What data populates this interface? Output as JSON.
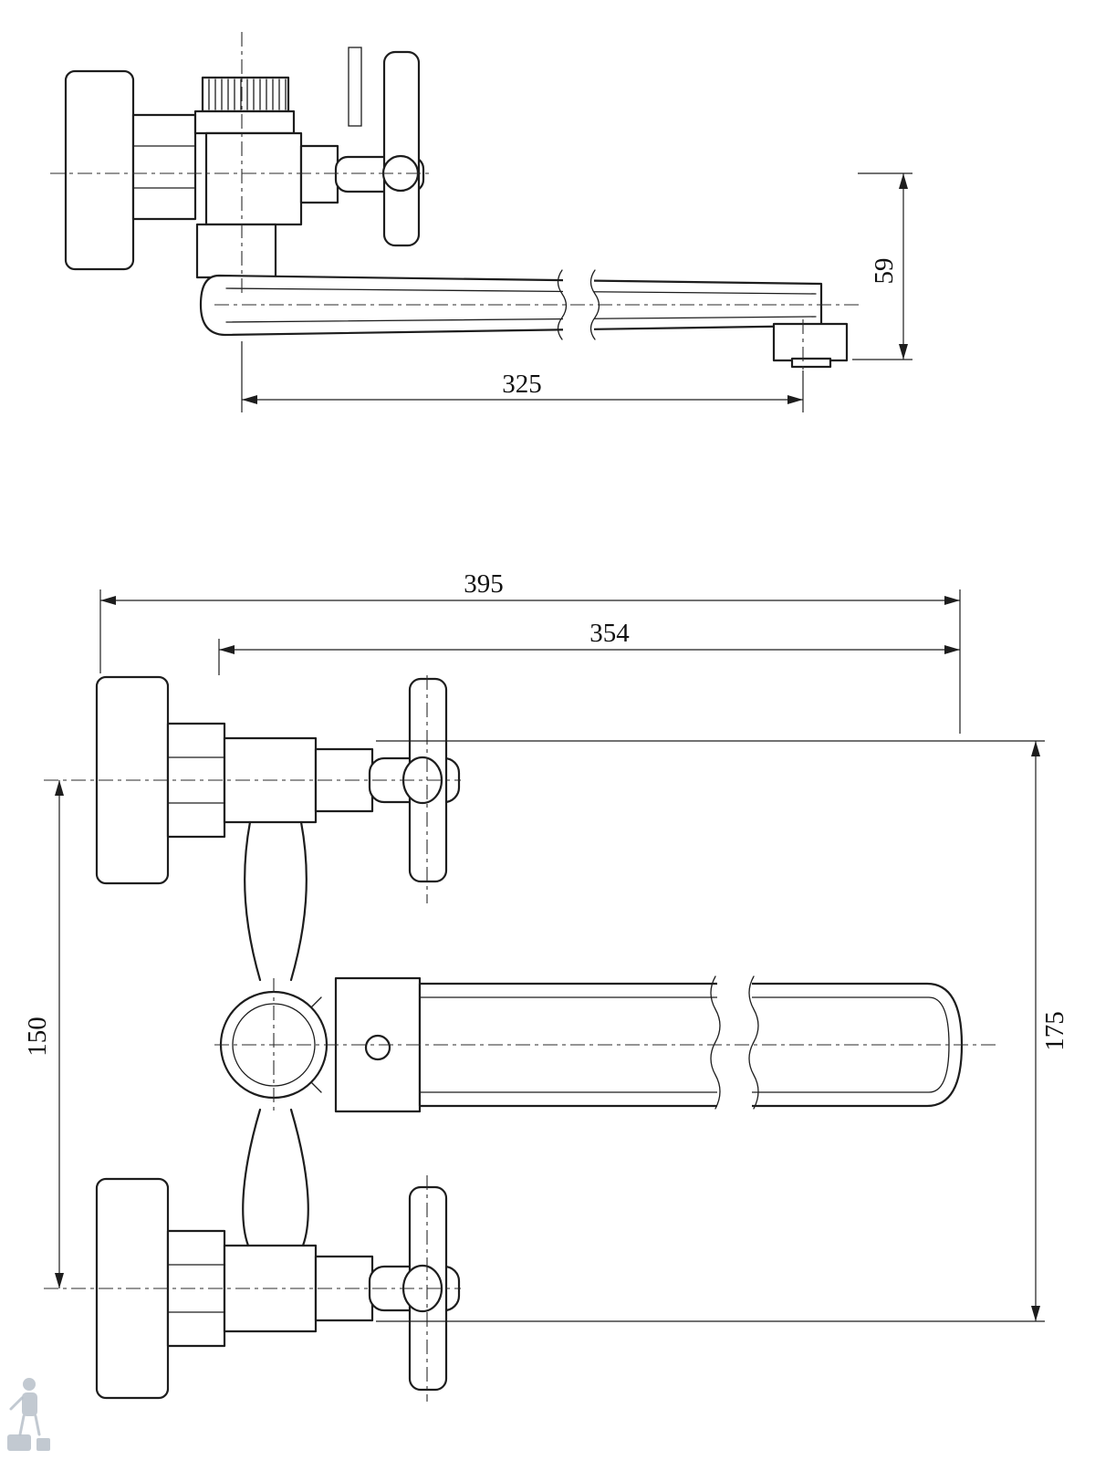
{
  "drawing": {
    "colors": {
      "line": "#1d1d1d",
      "background": "#ffffff",
      "watermark": "#b7c0c9"
    },
    "dimensions": {
      "side": {
        "spout_length": "325",
        "outlet_drop": "59"
      },
      "front": {
        "overall_width": "395",
        "spout_reach": "354",
        "inlet_spacing": "150",
        "overall_height": "175"
      }
    }
  }
}
